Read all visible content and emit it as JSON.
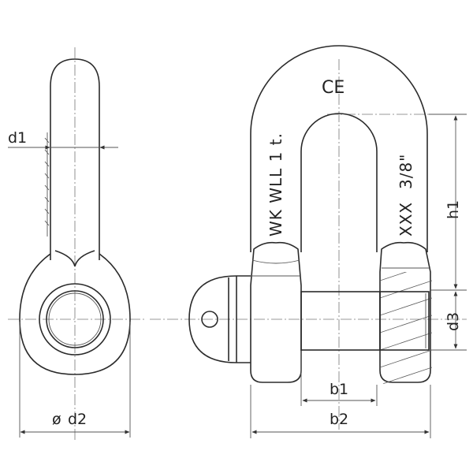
{
  "dimensions": {
    "d1": "d1",
    "d2": "d2",
    "d2_symbol": "ø",
    "d3": "d3",
    "h1": "h1",
    "b1": "b1",
    "b2": "b2"
  },
  "engraving": {
    "left_leg": "WK WLL 1 t.",
    "right_leg_code": "XXX",
    "right_leg_size": "3/8\"",
    "ce_mark": "CE"
  },
  "colors": {
    "line": "#2b2b2b",
    "background": "#ffffff"
  }
}
